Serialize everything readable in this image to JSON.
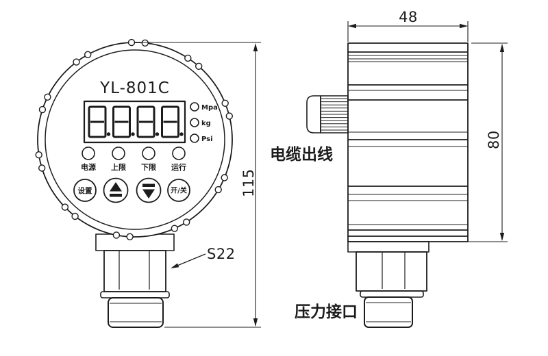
{
  "drawing": {
    "front_view": {
      "model_label": "YL-801C",
      "display_value": "8.8.8.8.",
      "unit_indicators": [
        "Mpa",
        "kg",
        "Psi"
      ],
      "status_indicators": [
        "电源",
        "上限",
        "下限",
        "运行"
      ],
      "buttons": {
        "set_label": "设置",
        "up_icon": "triangle-up",
        "down_icon": "triangle-down",
        "power_label": "开/关"
      },
      "hex_size_label": "S22",
      "overall_height_dim": "115"
    },
    "side_view": {
      "body_width_dim": "48",
      "body_height_dim": "80",
      "cable_outlet_label": "电缆出线",
      "pressure_port_label": "压力接口"
    },
    "colors": {
      "line": "#1c1c1c",
      "background": "#ffffff"
    }
  }
}
